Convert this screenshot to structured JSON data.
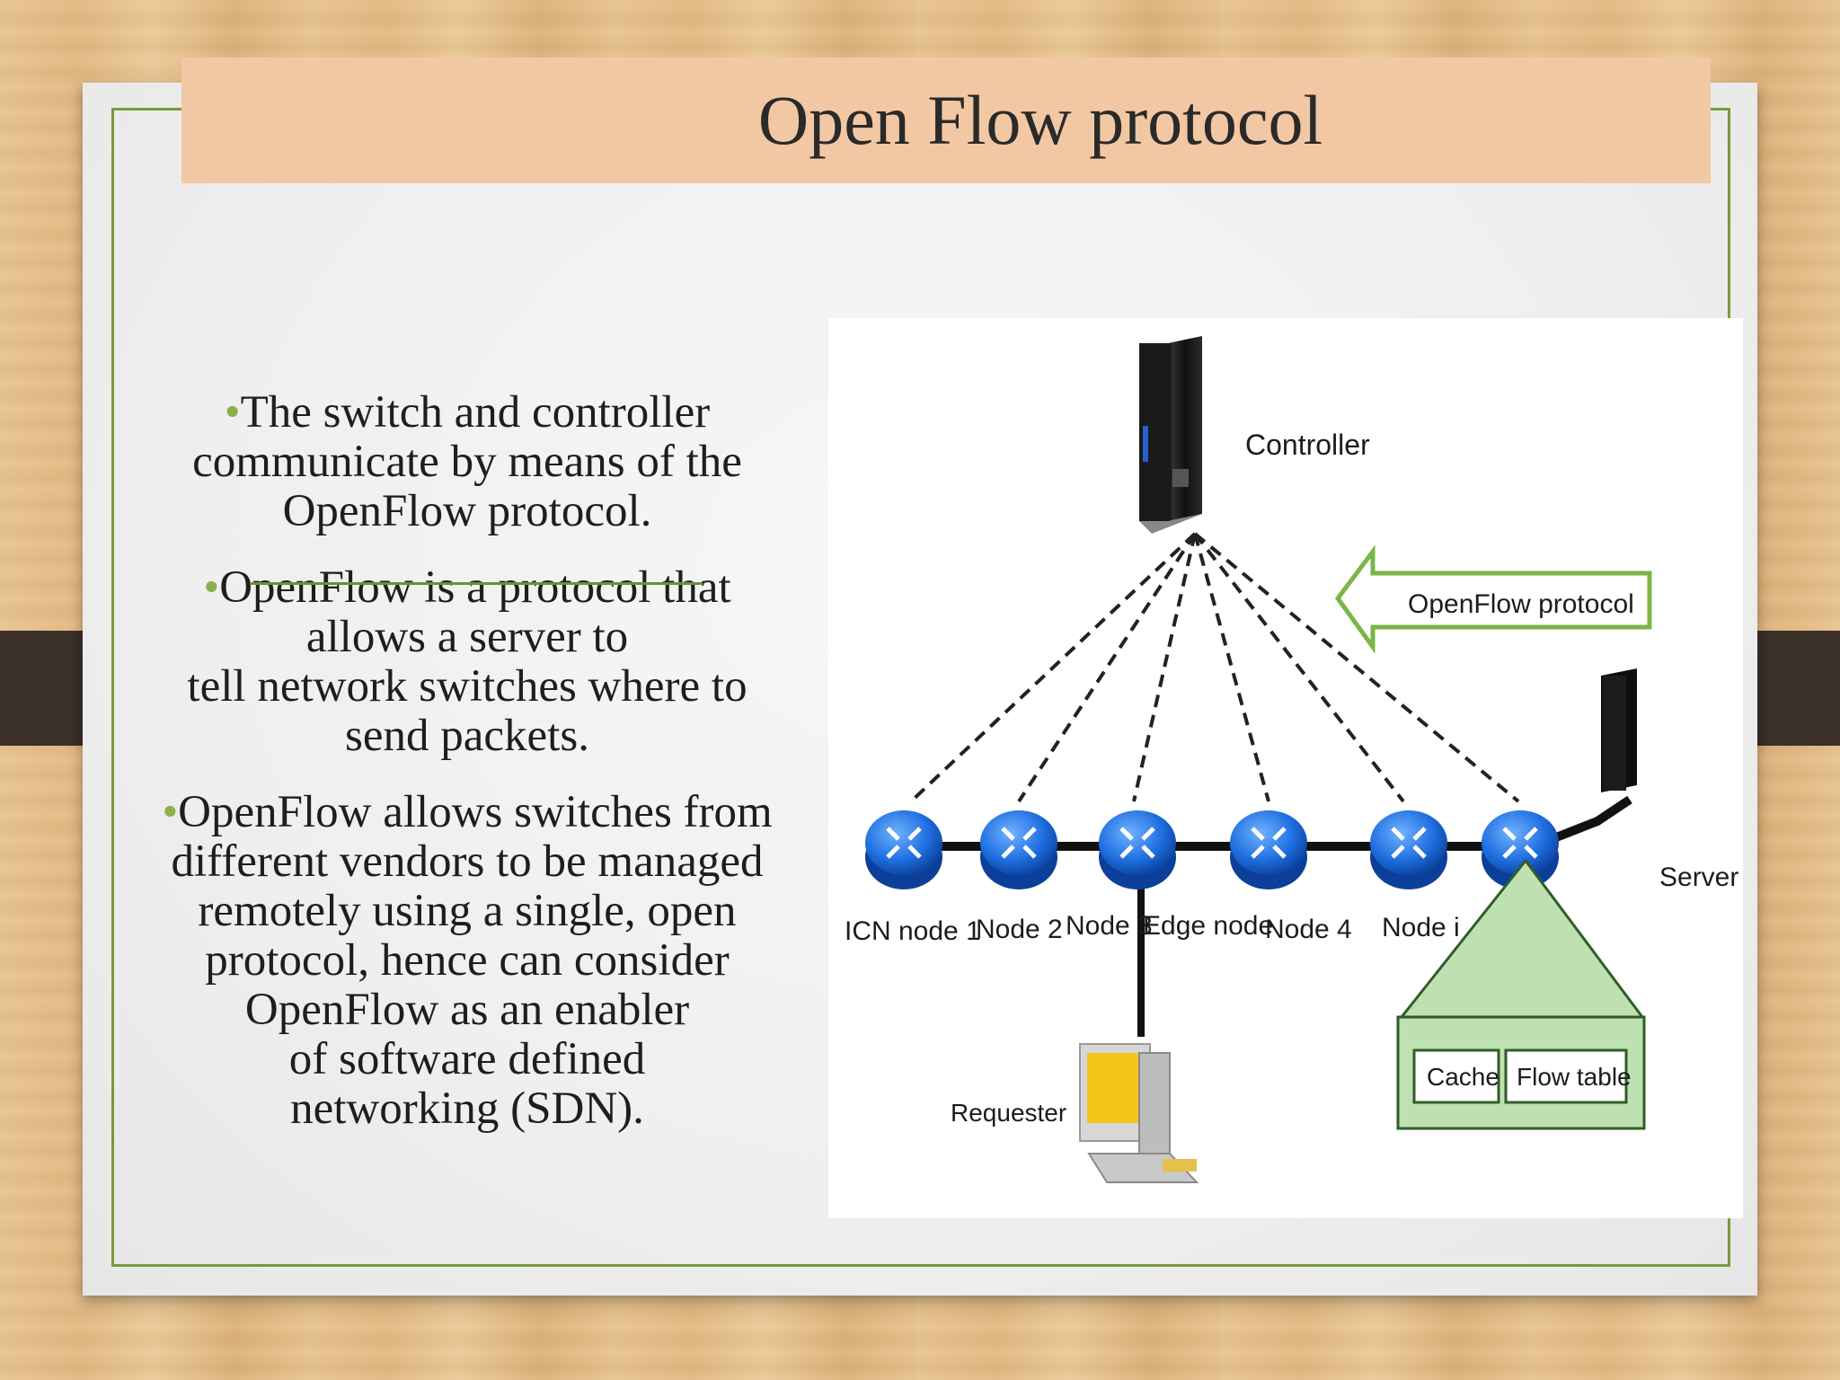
{
  "slide": {
    "title": "Open Flow protocol",
    "bullets": [
      {
        "marker": "•",
        "lines": [
          "The switch and controller",
          "communicate by means of the",
          "OpenFlow protocol."
        ]
      },
      {
        "marker": "•",
        "lines": [
          "OpenFlow is a  protocol  that",
          "allows a server to",
          "tell network switches where to",
          "send packets."
        ]
      },
      {
        "marker": "•",
        "lines": [
          "OpenFlow allows switches from",
          "different vendors to be managed",
          "remotely using a single, open",
          "protocol, hence can consider",
          "OpenFlow as an enabler",
          "of software defined",
          "networking (SDN)."
        ]
      }
    ]
  },
  "diagram": {
    "controller_label": "Controller",
    "arrow_label": "OpenFlow protocol",
    "server_label": "Server",
    "requester_label": "Requester",
    "nodes": [
      "ICN node 1",
      "Node 2",
      "Node 3",
      "Edge node",
      "Node 4",
      "Node i"
    ],
    "cache_label": "Cache",
    "flow_table_label": "Flow table",
    "colors": {
      "router": "#1f6fe0",
      "arrow_border": "#7ab648",
      "edge_fill": "#bfe0b0",
      "link": "#111111"
    }
  }
}
